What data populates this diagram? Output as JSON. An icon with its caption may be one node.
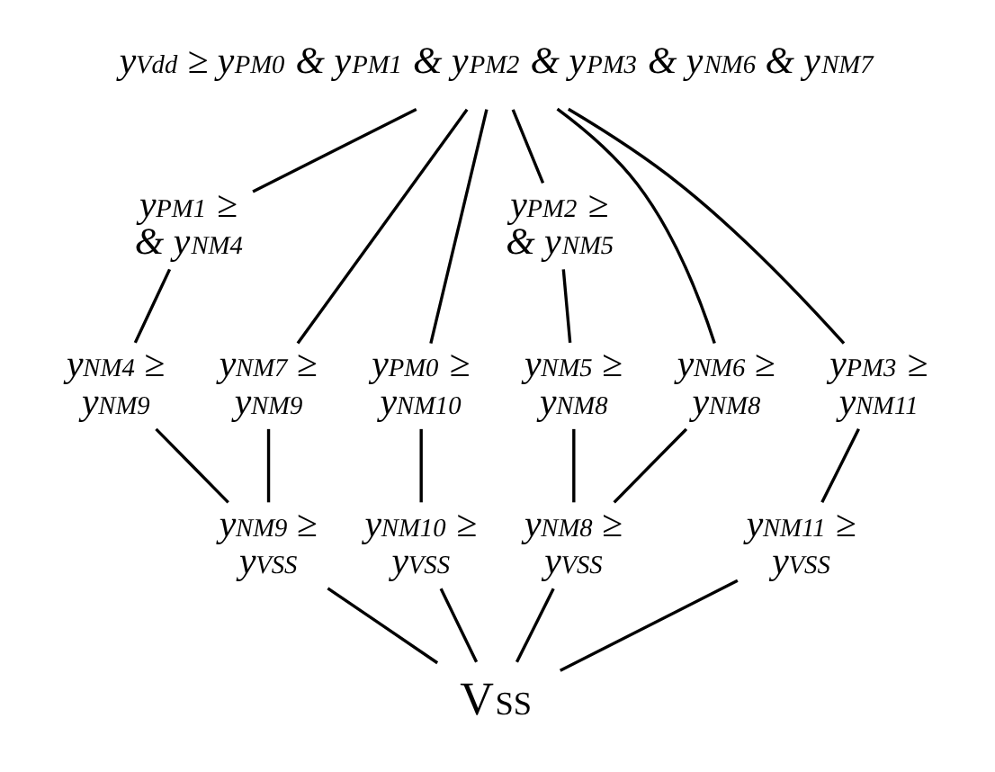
{
  "diagram": {
    "nodes": [
      {
        "text": [
          "y$_{Vdd}$ ≥ y$_{PM0}$ & y$_{PM1}$ & y$_{PM2}$ & y$_{PM3}$ & y$_{NM6}$ & y$_{NM7}$"
        ]
      },
      {
        "text": [
          "y$_{PM1}$ ≥ & y$_{NM4}$"
        ]
      },
      {
        "text": [
          "y$_{PM2}$ ≥ & y$_{NM5}$"
        ]
      },
      {
        "text": [
          "y$_{PM0}$ ≥ y$_{NM10}$"
        ]
      },
      {
        "text": [
          "y$_{NM4}$ ≥ y$_{NM9}$"
        ]
      },
      {
        "text": [
          "y$_{NM7}$ ≥ y$_{NM9}$"
        ]
      },
      {
        "text": [
          "y$_{NM6}$ ≥ y$_{NM8}$"
        ]
      },
      {
        "text": [
          "y$_{NM5}$ ≥ y$_{NM8}$"
        ]
      },
      {
        "text": [
          "y$_{PM3}$ ≥ y$_{NM11}$"
        ]
      },
      {
        "text": [
          "y$_{NM10}$ ≥ y$_{VSS}$"
        ]
      },
      {
        "text": [
          "y$_{NM9}$ ≥ y$_{VSS}$"
        ]
      },
      {
        "text": [
          "y$_{NM8}$ ≥ y$_{VSS}$"
        ]
      },
      {
        "text": [
          "y$_{NM11}$ ≥ y$_{VSS}$"
        ]
      },
      {
        "text": [
          "V$_{SS}$"
        ]
      }
    ],
    "edges": [
      {
        "from": 0,
        "to": 3,
        "arrow": "none"
      },
      {
        "from": 0,
        "to": 1,
        "arrow": "none"
      },
      {
        "from": 0,
        "to": 5,
        "arrow": "none"
      },
      {
        "from": 0,
        "to": 6,
        "arrow": "none"
      },
      {
        "from": 0,
        "to": 2,
        "arrow": "none"
      },
      {
        "from": 0,
        "to": 8,
        "arrow": "none"
      },
      {
        "from": 1,
        "to": 4,
        "arrow": "none"
      },
      {
        "from": 2,
        "to": 7,
        "arrow": "none"
      },
      {
        "from": 3,
        "to": 9,
        "arrow": "none"
      },
      {
        "from": 4,
        "to": 10,
        "arrow": "none"
      },
      {
        "from": 5,
        "to": 10,
        "arrow": "none"
      },
      {
        "from": 6,
        "to": 11,
        "arrow": "none"
      },
      {
        "from": 7,
        "to": 11,
        "arrow": "none"
      },
      {
        "from": 8,
        "to": 12,
        "arrow": "none"
      },
      {
        "from": 9,
        "to": 13,
        "arrow": "none"
      },
      {
        "from": 10,
        "to": 13,
        "arrow": "none"
      },
      {
        "from": 11,
        "to": 13,
        "arrow": "none"
      },
      {
        "from": 12,
        "to": 13,
        "arrow": "none"
      }
    ]
  }
}
